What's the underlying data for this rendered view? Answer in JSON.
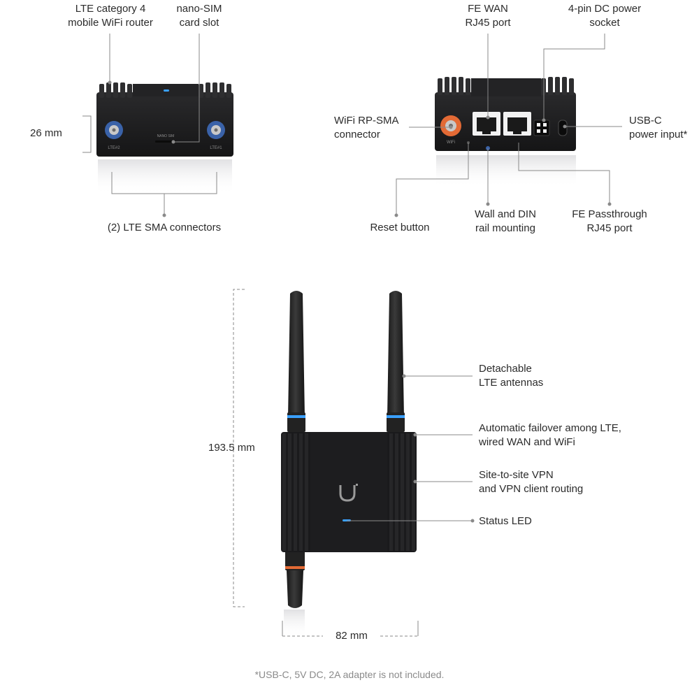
{
  "callouts": {
    "lte_router": [
      "LTE category 4",
      "mobile WiFi router"
    ],
    "sim_slot": [
      "nano-SIM",
      "card slot"
    ],
    "height_top": "26 mm",
    "sma_connectors": "(2) LTE SMA connectors",
    "fe_wan": [
      "FE WAN",
      "RJ45 port"
    ],
    "dc_power": [
      "4-pin DC power",
      "socket"
    ],
    "wifi_connector": [
      "WiFi RP-SMA",
      "connector"
    ],
    "usbc": [
      "USB-C",
      "power input*"
    ],
    "reset": "Reset button",
    "wall_din": [
      "Wall and DIN",
      "rail mounting"
    ],
    "fe_passthrough": [
      "FE Passthrough",
      "RJ45 port"
    ],
    "antennas": [
      "Detachable",
      "LTE antennas"
    ],
    "failover": [
      "Automatic failover among LTE,",
      "wired WAN and WiFi"
    ],
    "vpn": [
      "Site-to-site VPN",
      "and VPN client routing"
    ],
    "status_led": "Status LED",
    "height_total": "193.5 mm",
    "width_total": "82 mm"
  },
  "device_markings": {
    "port_left": "LTE#2",
    "port_right": "LTE#1",
    "sim_mark": "NANO SIM",
    "wifi_mark": "WiFi"
  },
  "footnote": "*USB-C, 5V DC, 2A adapter is not included.",
  "colors": {
    "device_body": "#1c1c1e",
    "sma_blue": "#3a62a8",
    "wifi_orange": "#e36a35",
    "led_blue": "#3aa0ff",
    "leader": "#8a8a8a"
  }
}
